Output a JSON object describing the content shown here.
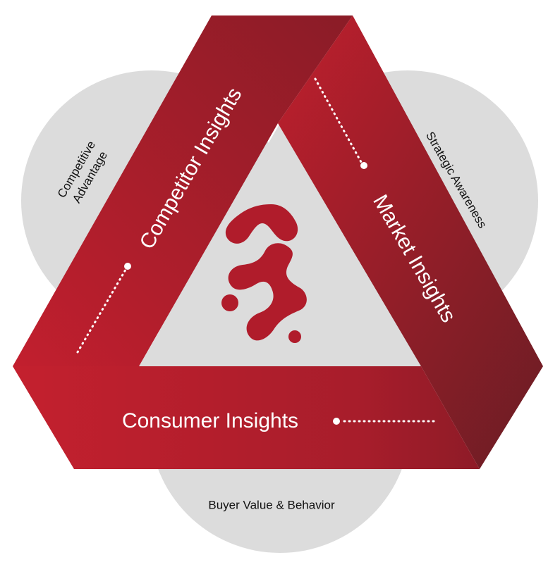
{
  "bands": {
    "competitor": {
      "label": "Competitor Insights"
    },
    "market": {
      "label": "Market Insights"
    },
    "consumer": {
      "label": "Consumer Insights"
    }
  },
  "circles": {
    "left": {
      "line1": "Competitive",
      "line2": "Advantage"
    },
    "right": {
      "label": "Strategic Awareness"
    },
    "bottom": {
      "label": "Buyer Value & Behavior"
    }
  },
  "logo": {
    "icon": "s-logo-icon"
  },
  "colors": {
    "band_light": "#c0202d",
    "band_dark": "#6e1e24",
    "circle_fill": "#dcdcdc",
    "center_fill": "#dcdcdc",
    "logo": "#b01c2b"
  }
}
